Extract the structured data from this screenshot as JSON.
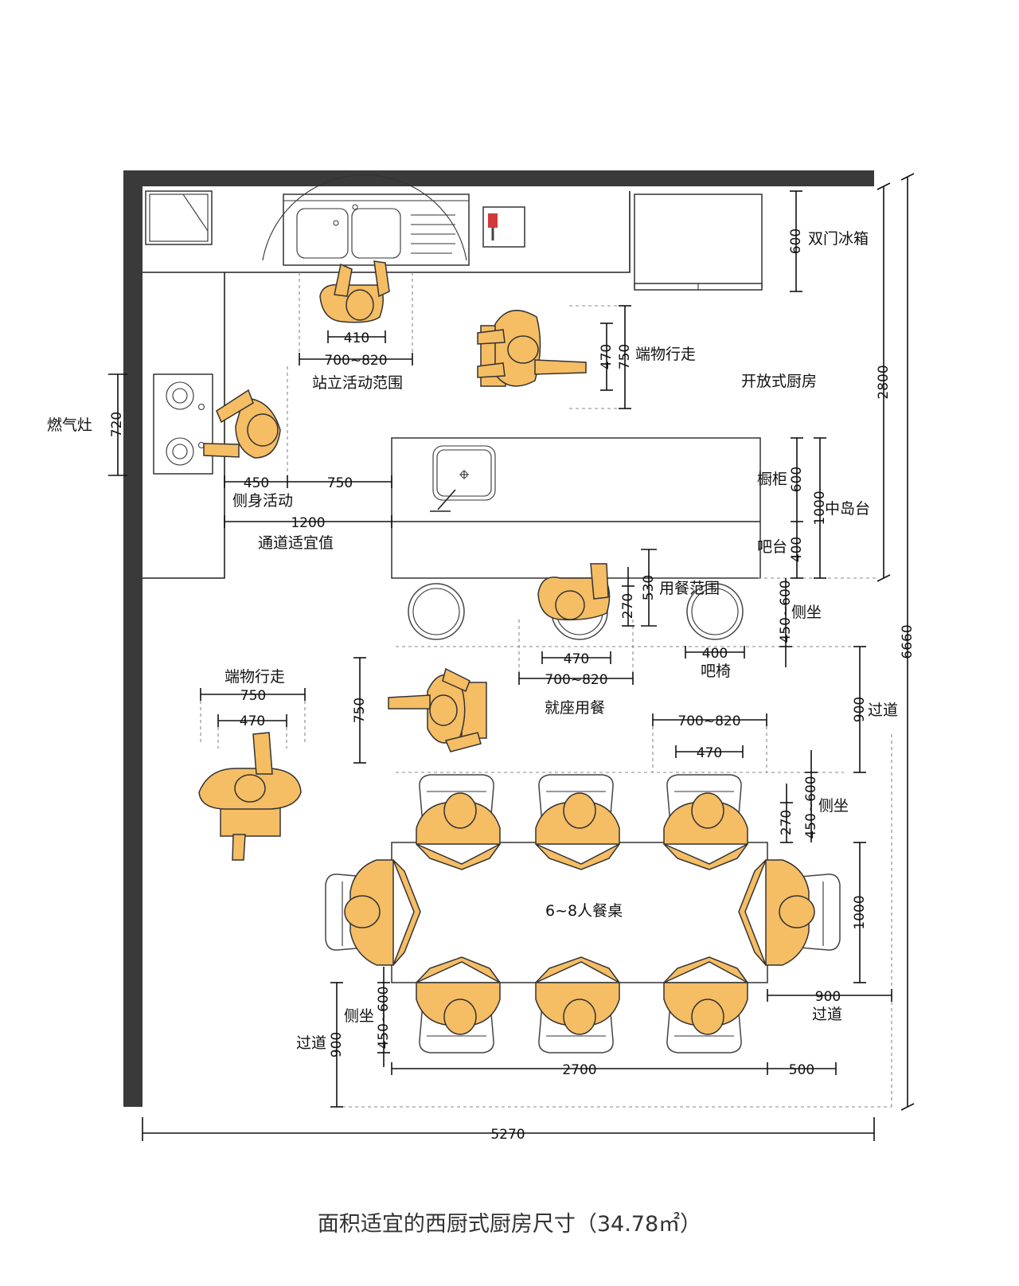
{
  "labels": {
    "fridge": "双门冰箱",
    "open_kitchen": "开放式厨房",
    "carry_walk_top": "端物行走",
    "carry_walk_left": "端物行走",
    "standing_range": "站立活动范围",
    "gas_stove": "燃气灶",
    "side_activity": "侧身活动",
    "passage_value": "通道适宜值",
    "cabinet": "橱柜",
    "island": "中岛台",
    "bar_counter": "吧台",
    "dining_range": "用餐范围",
    "side_sit_1": "侧坐",
    "bar_stool": "吧椅",
    "seated_dining": "就座用餐",
    "aisle_right": "过道",
    "side_sit_2": "侧坐",
    "table": "6~8人餐桌",
    "aisle_bottom_right": "过道",
    "side_sit_3": "侧坐",
    "aisle_left": "过道"
  },
  "dims": {
    "d600_fridge": "600",
    "d2800": "2800",
    "d6660": "6660",
    "d410": "410",
    "d700_820_top": "700~820",
    "d470_vert": "470",
    "d750_vert": "750",
    "d720": "720",
    "d450_stove": "450",
    "d750_mid": "750",
    "d1200": "1200",
    "d600_cabinet": "600",
    "d1000_island": "1000",
    "d400_bar": "400",
    "d530": "530",
    "d270_bar": "270",
    "d450_600_bar": "450~600",
    "d470_bar": "470",
    "d700_820_bar": "700~820",
    "d400_stool": "400",
    "d750_left_h": "750",
    "d470_left_h": "470",
    "d750_seated": "750",
    "d700_820_table": "700~820",
    "d470_table": "470",
    "d900_aisle": "900",
    "d270_table": "270",
    "d450_600_table": "450~600",
    "d1000_table": "1000",
    "d900_bottom": "900",
    "d450_600_left": "450~600",
    "d900_left": "900",
    "d2700": "2700",
    "d500": "500",
    "d5270": "5270"
  },
  "caption": "面积适宜的西厨式厨房尺寸（34.78㎡）",
  "colors": {
    "person_fill": "#f5bd64",
    "wall": "#3a3a3a",
    "line": "#222222"
  }
}
